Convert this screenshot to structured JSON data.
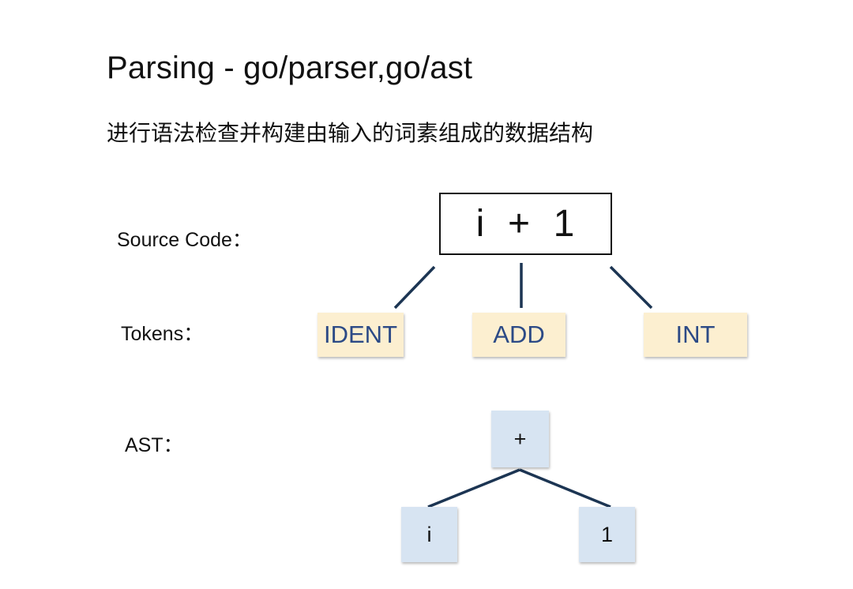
{
  "title": "Parsing - go/parser,go/ast",
  "subtitle": "进行语法检查并构建由输入的词素组成的数据结构",
  "labels": {
    "source_code": "Source Code：",
    "tokens": "Tokens：",
    "ast": "AST："
  },
  "source_code": "i  +  1",
  "tokens": [
    "IDENT",
    "ADD",
    "INT"
  ],
  "ast": {
    "root": "+",
    "left": "i",
    "right": "1"
  },
  "colors": {
    "token_fill": "#fcefd0",
    "token_text": "#2c4a86",
    "ast_fill": "#d7e4f2",
    "connector": "#1c3553"
  }
}
